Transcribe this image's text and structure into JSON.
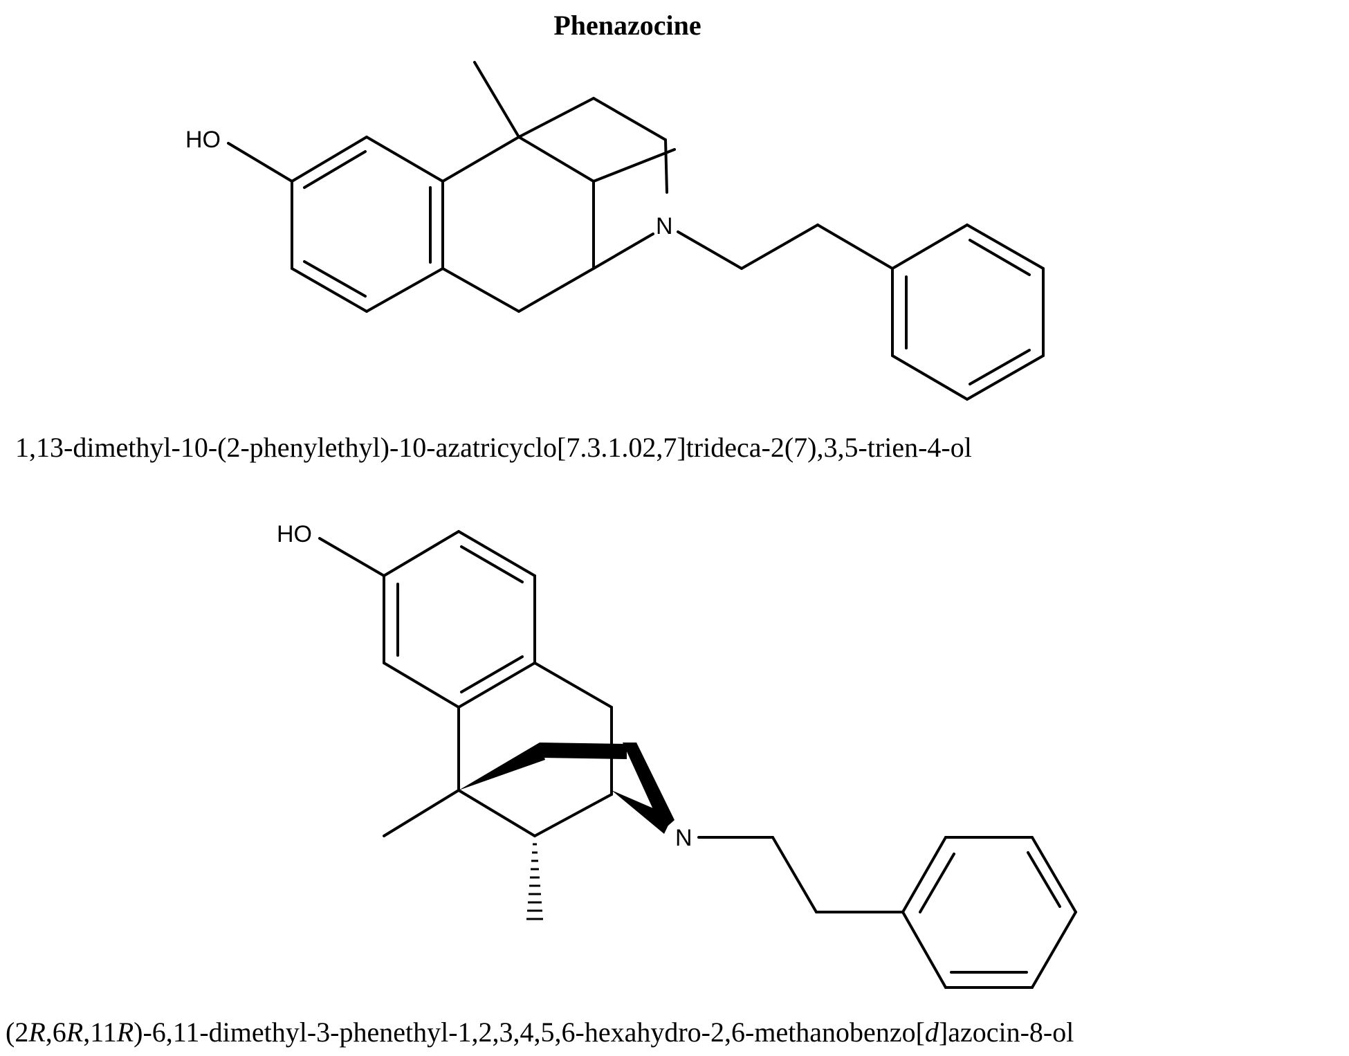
{
  "title": "Phenazocine",
  "structure_1": {
    "labels": {
      "hydroxyl": "HO",
      "nitrogen": "N"
    },
    "iupac_name": "1,13-dimethyl-10-(2-phenylethyl)-10-azatricyclo[7.3.1.02,7]trideca-2(7),3,5-trien-4-ol"
  },
  "structure_2": {
    "labels": {
      "hydroxyl": "HO",
      "nitrogen": "N"
    },
    "iupac_prefix": "(2",
    "iupac_r1": "R",
    "iupac_sep1": ",6",
    "iupac_r2": "R",
    "iupac_sep2": ",11",
    "iupac_r3": "R",
    "iupac_main": ")-6,11-dimethyl-3-phenethyl-1,2,3,4,5,6-hexahydro-2,6-methanobenzo[",
    "iupac_d": "d",
    "iupac_suffix": "]azocin-8-ol"
  }
}
